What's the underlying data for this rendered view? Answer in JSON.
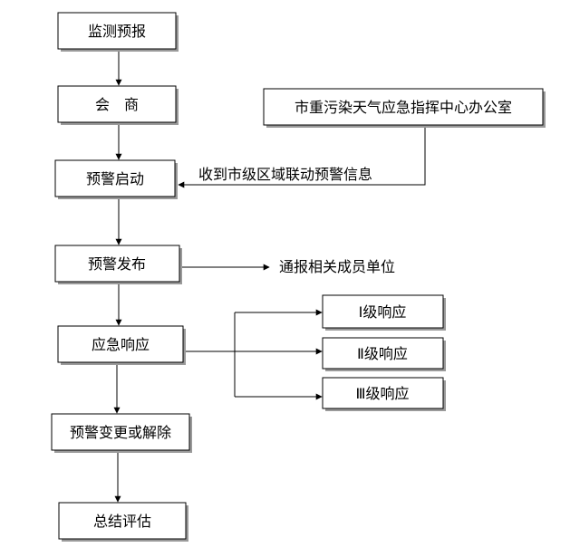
{
  "nodes": {
    "monitor": "监测预报",
    "consult": "会　商",
    "command_office": "市重污染天气应急指挥中心办公室",
    "warning_start": "预警启动",
    "warning_publish": "预警发布",
    "emergency_response": "应急响应",
    "warning_change": "预警变更或解除",
    "summary": "总结评估",
    "level1": "Ⅰ级响应",
    "level2": "Ⅱ级响应",
    "level3": "Ⅲ级响应"
  },
  "edge_labels": {
    "receive_info": "收到市级区域联动预警信息",
    "notify_members": "通报相关成员单位"
  }
}
